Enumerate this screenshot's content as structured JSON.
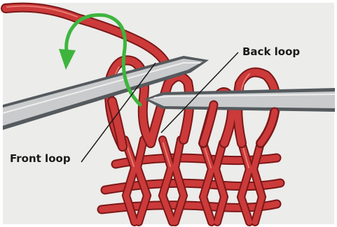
{
  "labels": {
    "back_loop": "Back loop",
    "front_loop": "Front loop"
  },
  "icons": {
    "arrow": "curved-green-arrow-icon",
    "left_needle": "knitting-needle",
    "right_needle": "knitting-needle"
  },
  "colors": {
    "background": "#ffffff",
    "panel": "#ececea",
    "yarn": "#cc3a3a",
    "yarn_shadow": "#7a1818",
    "yarn_highlight": "#f08a80",
    "needle": "#c9cbcc",
    "needle_edge": "#555a5e",
    "arrow": "#3db53d",
    "leader_line": "#1a1a1a"
  }
}
